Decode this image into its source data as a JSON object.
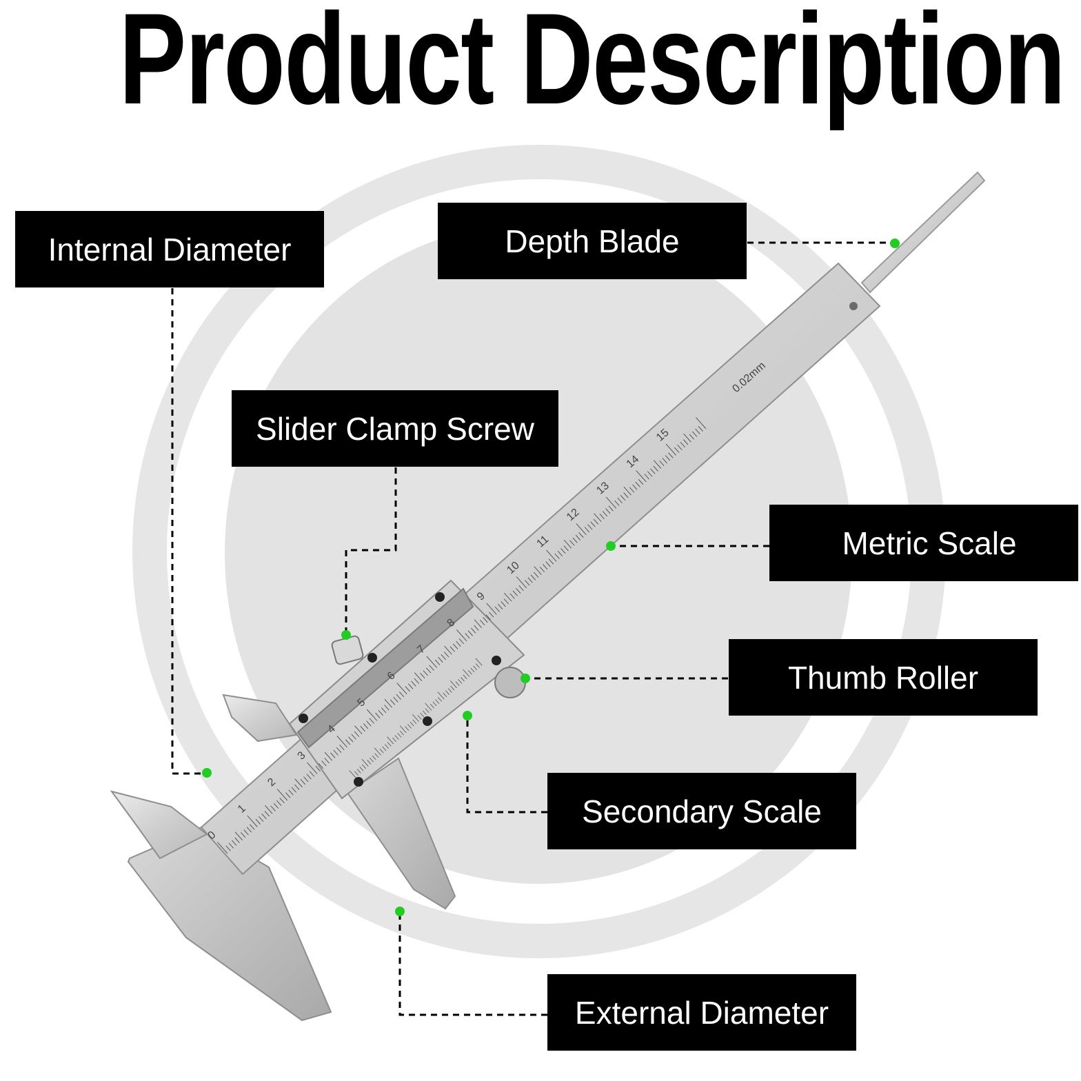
{
  "title": "Product Description",
  "labels": {
    "internal_diameter": "Internal Diameter",
    "depth_blade": "Depth Blade",
    "slider_clamp_screw": "Slider Clamp Screw",
    "metric_scale": "Metric Scale",
    "thumb_roller": "Thumb Roller",
    "secondary_scale": "Secondary Scale",
    "external_diameter": "External Diameter"
  },
  "scale": {
    "unit_text": "0.02mm",
    "main_numbers": [
      "0",
      "1",
      "2",
      "3",
      "4",
      "5",
      "6",
      "7",
      "8",
      "9",
      "10",
      "11",
      "12",
      "13",
      "14",
      "15"
    ]
  },
  "colors": {
    "label_bg": "#000000",
    "label_text": "#ffffff",
    "marker_dot": "#22cc22",
    "steel": "#c9c9c9",
    "background_circle": "#e4e4e4"
  },
  "icons": [
    "vernier-caliper-illustration"
  ]
}
